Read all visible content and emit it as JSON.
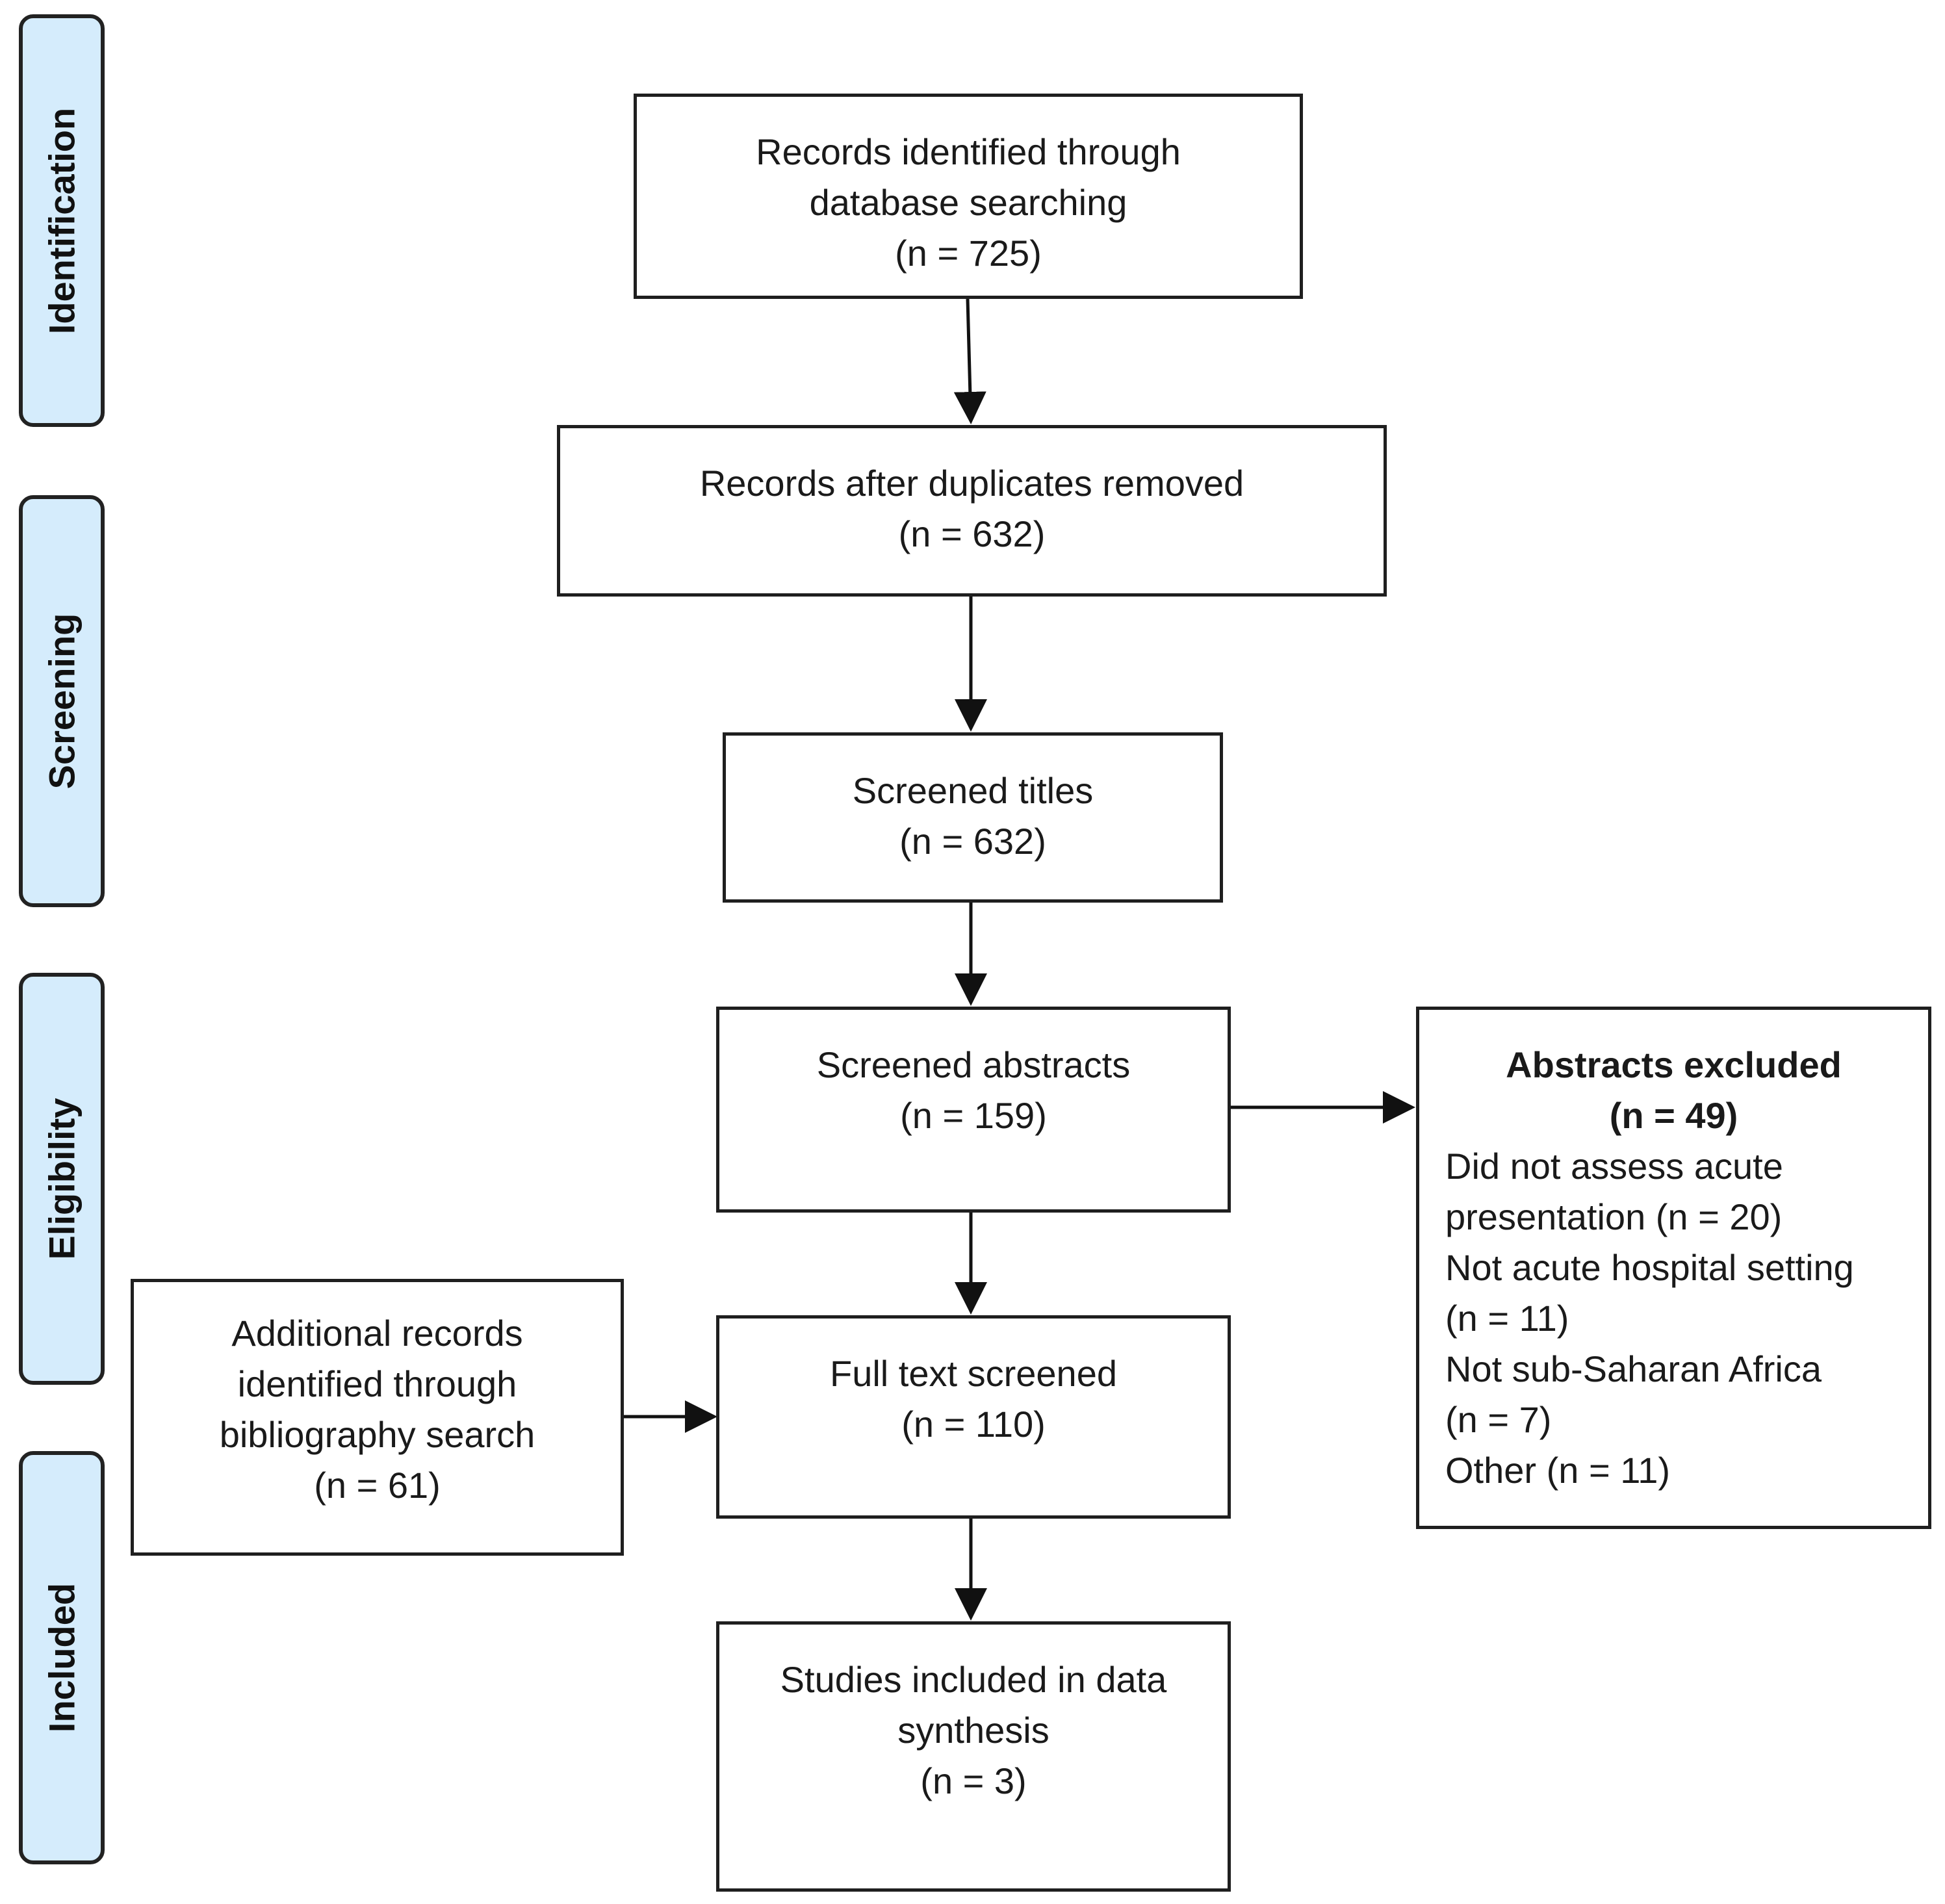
{
  "phases": {
    "identification": "Identification",
    "screening": "Screening",
    "eligibility": "Eligibility",
    "included": "Included"
  },
  "boxes": {
    "records_identified": {
      "line1": "Records identified through",
      "line2": "database searching",
      "count": "(n = 725)"
    },
    "after_duplicates": {
      "line1": "Records after duplicates removed",
      "count": "(n = 632)"
    },
    "screened_titles": {
      "line1": "Screened titles",
      "count": "(n = 632)"
    },
    "screened_abstracts": {
      "line1": "Screened abstracts",
      "count": "(n = 159)"
    },
    "full_text": {
      "line1": "Full text screened",
      "count": "(n = 110)"
    },
    "included": {
      "line1": "Studies included in data",
      "line2": "synthesis",
      "count": "(n = 3)"
    },
    "additional_records": {
      "line1": "Additional records",
      "line2": "identified through",
      "line3": "bibliography search",
      "count": "(n = 61)"
    },
    "abstracts_excluded": {
      "title": "Abstracts excluded",
      "count": "(n = 49)",
      "reasons": [
        "Did not assess acute",
        "presentation (n = 20)",
        "Not acute hospital setting",
        "(n = 11)",
        "Not sub-Saharan Africa",
        "(n = 7)",
        "Other (n = 11)"
      ]
    }
  }
}
